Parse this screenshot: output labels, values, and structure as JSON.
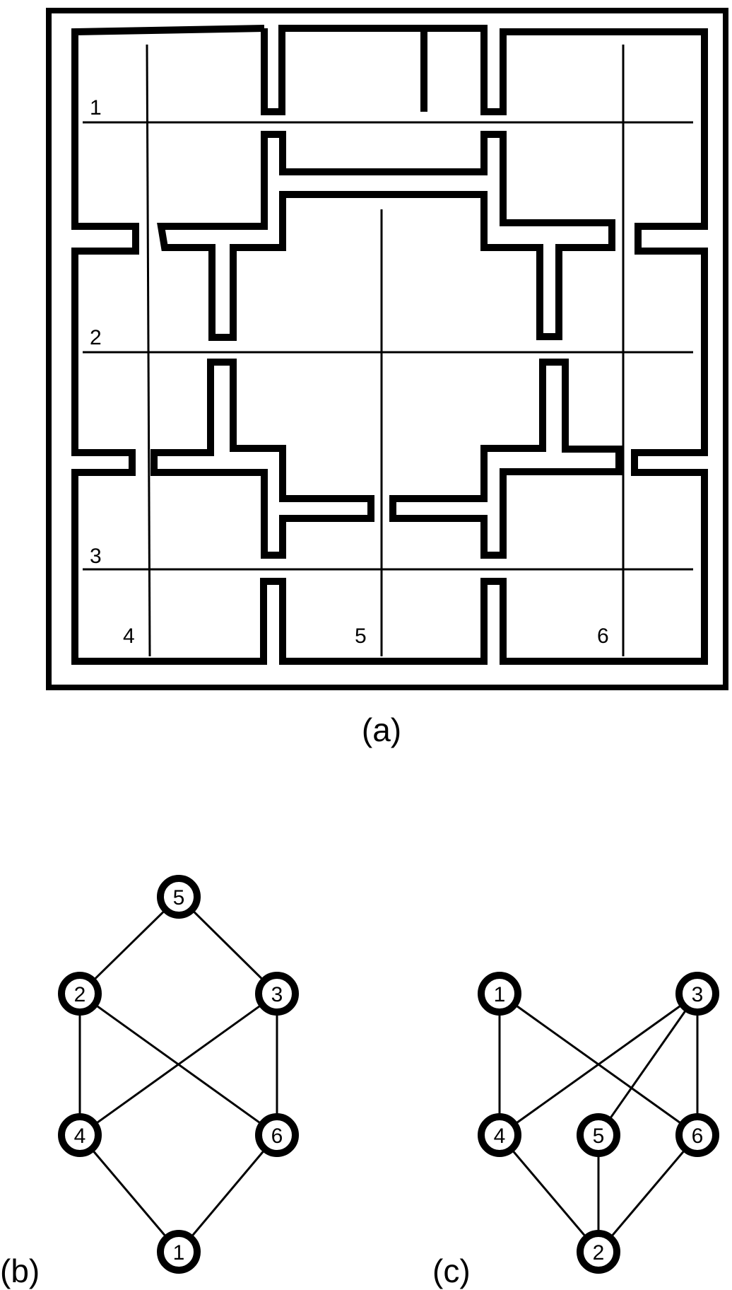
{
  "panels": {
    "a": {
      "caption": "(a)",
      "line_labels": [
        "1",
        "2",
        "3",
        "4",
        "5",
        "6"
      ]
    },
    "b": {
      "caption": "(b)",
      "nodes": [
        "5",
        "2",
        "3",
        "4",
        "6",
        "1"
      ],
      "edges": [
        [
          "5",
          "2"
        ],
        [
          "5",
          "3"
        ],
        [
          "2",
          "4"
        ],
        [
          "2",
          "6"
        ],
        [
          "3",
          "4"
        ],
        [
          "3",
          "6"
        ],
        [
          "4",
          "1"
        ],
        [
          "6",
          "1"
        ]
      ]
    },
    "c": {
      "caption": "(c)",
      "nodes": [
        "1",
        "3",
        "4",
        "5",
        "6",
        "2"
      ],
      "edges": [
        [
          "1",
          "4"
        ],
        [
          "1",
          "6"
        ],
        [
          "3",
          "4"
        ],
        [
          "3",
          "5"
        ],
        [
          "3",
          "6"
        ],
        [
          "4",
          "2"
        ],
        [
          "5",
          "2"
        ],
        [
          "6",
          "2"
        ]
      ]
    }
  }
}
